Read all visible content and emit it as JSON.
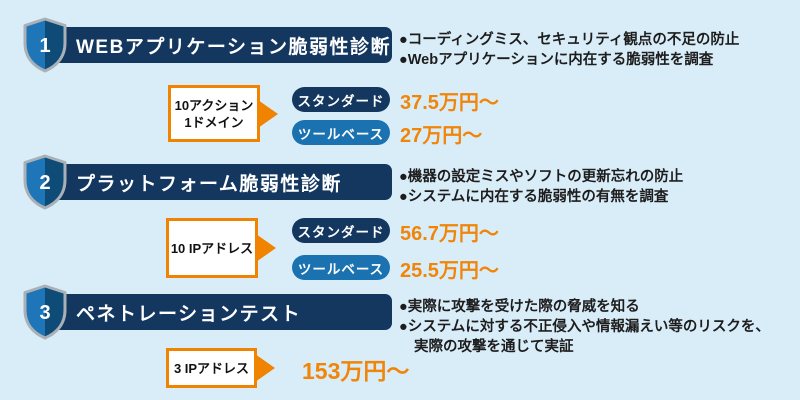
{
  "colors": {
    "background": "#d9edf9",
    "navy": "#14375f",
    "blue": "#1b72b1",
    "orange": "#f08300",
    "text_dark": "#1d1d1d",
    "shield_border": "#a9b0b6",
    "shield_left": "#1e76b8",
    "shield_right": "#0e4c77"
  },
  "sections": [
    {
      "number": "1",
      "title": "WEBアプリケーション脆弱性診断",
      "bullets": [
        "●コーディングミス、セキュリティ観点の不足の防止",
        "●Webアプリケーションに内在する脆弱性を調査"
      ],
      "scope": {
        "line1": "10アクション",
        "line2": "1ドメイン"
      },
      "plans": [
        {
          "label": "スタンダード",
          "price": "37.5万円〜"
        },
        {
          "label": "ツールベース",
          "price": "27万円〜"
        }
      ]
    },
    {
      "number": "2",
      "title": "プラットフォーム脆弱性診断",
      "bullets": [
        "●機器の設定ミスやソフトの更新忘れの防止",
        "●システムに内在する脆弱性の有無を調査"
      ],
      "scope": {
        "line1": "10 IPアドレス"
      },
      "plans": [
        {
          "label": "スタンダード",
          "price": "56.7万円〜"
        },
        {
          "label": "ツールベース",
          "price": "25.5万円〜"
        }
      ]
    },
    {
      "number": "3",
      "title": "ペネトレーションテスト",
      "bullets": [
        "●実際に攻撃を受けた際の脅威を知る",
        "●システムに対する不正侵入や情報漏えい等のリスクを、",
        "実際の攻撃を通じて実証"
      ],
      "scope": {
        "line1": "3 IPアドレス"
      },
      "plans": [
        {
          "price": "153万円〜"
        }
      ]
    }
  ]
}
